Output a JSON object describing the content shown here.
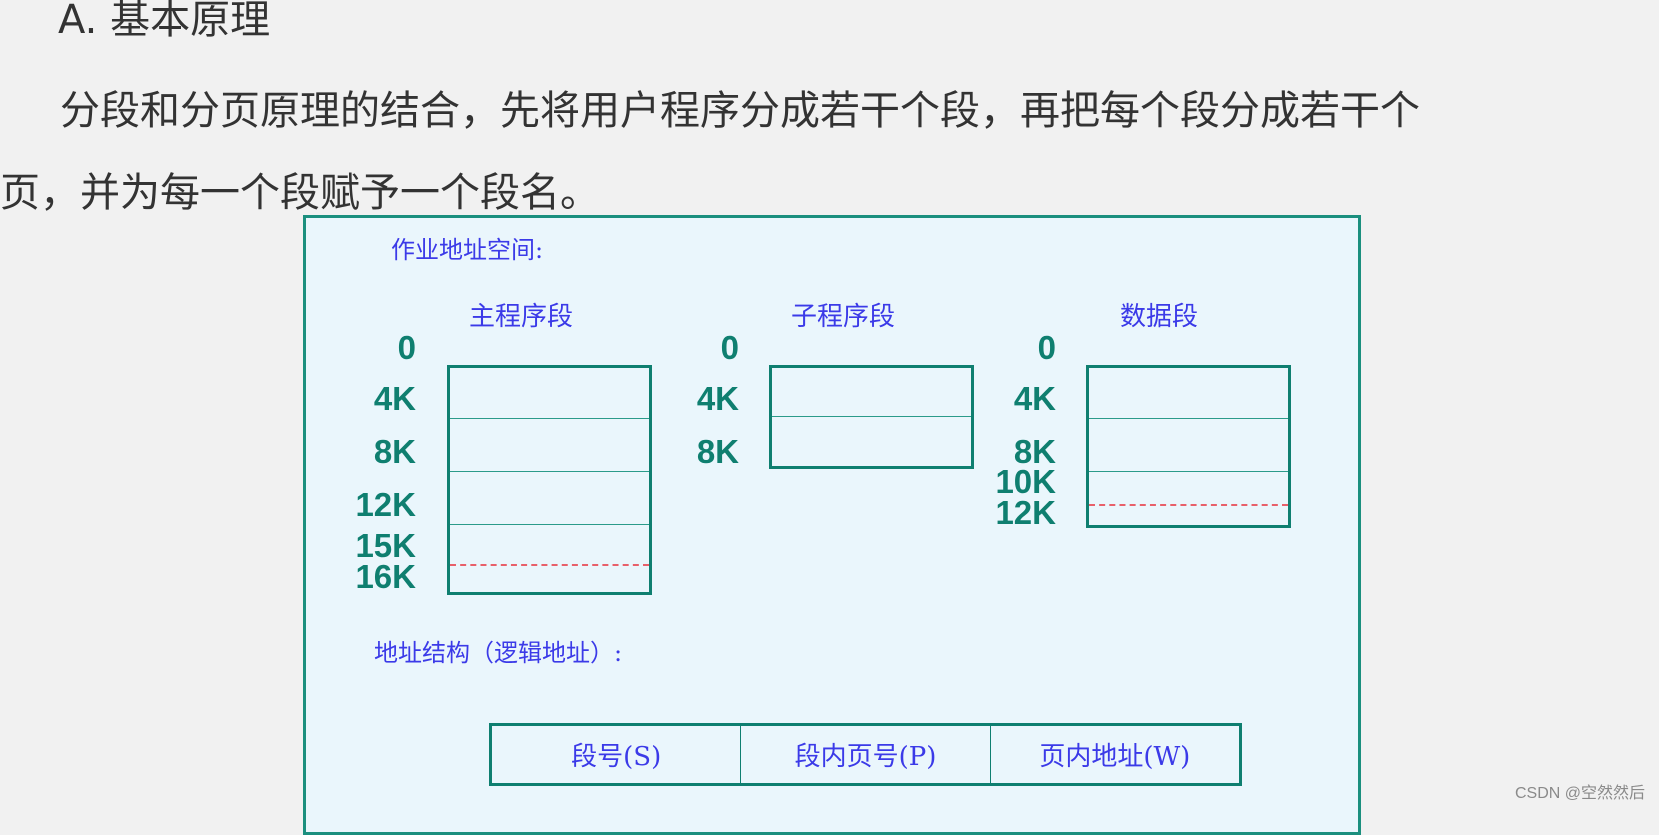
{
  "heading": "A. 基本原理",
  "paragraph": {
    "line1": "分段和分页原理的结合，先将用户程序分成若干个段，再把每个段分成若干个",
    "line2": "页，并为每一个段赋予一个段名。"
  },
  "figure": {
    "space_label": "作业地址空间:",
    "segments": [
      {
        "title": "主程序段",
        "ticks": [
          "0",
          "4K",
          "8K",
          "12K",
          "15K",
          "16K"
        ],
        "used_to": "15K",
        "size": "16K"
      },
      {
        "title": "子程序段",
        "ticks": [
          "0",
          "4K",
          "8K"
        ],
        "size": "8K"
      },
      {
        "title": "数据段",
        "ticks": [
          "0",
          "4K",
          "8K",
          "10K",
          "12K"
        ],
        "used_to": "10K",
        "size": "12K"
      }
    ],
    "address_label": "地址结构（逻辑地址）:",
    "address_fields": [
      "段号(S)",
      "段内页号(P)",
      "页内地址(W)"
    ]
  },
  "watermark": "CSDN @空然然后",
  "colors": {
    "frame": "#1b8f7e",
    "figure_bg": "#eaf6fc",
    "label_blue": "#3b3ae8",
    "tick_teal": "#0f7f70",
    "dashed_red": "#e8606a"
  }
}
